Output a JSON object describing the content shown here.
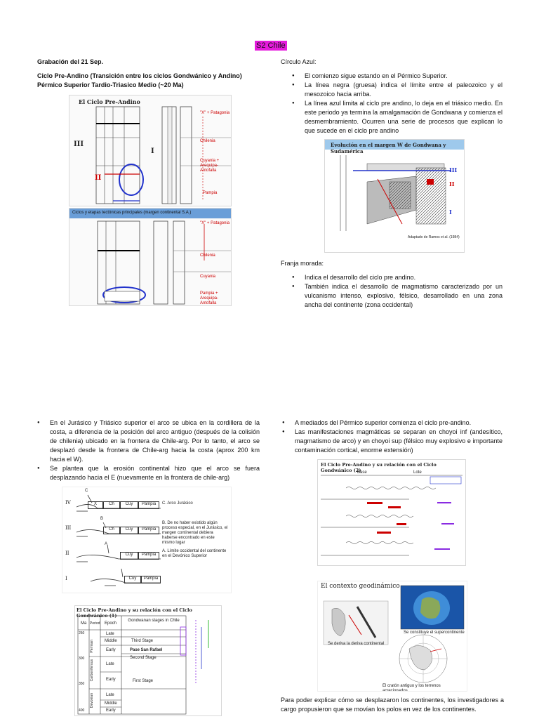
{
  "header": {
    "title": "S2 Chile"
  },
  "left_top": {
    "date": "Grabación del 21 Sep.",
    "heading": "Ciclo Pre-Andino (Transición entre los ciclos Gondwánico y Andino) Pérmico Superior Tardio-Triasico Medio (~20 Ma)"
  },
  "fig1": {
    "title": "El Ciclo Pre-Andino",
    "romans": [
      "III",
      "II",
      "I"
    ],
    "labels": [
      "\"X\" + Patagonia",
      "Chilenia",
      "Cuyania + Arequipa-Antofalla",
      "Pampia"
    ]
  },
  "fig2": {
    "title": "Ciclos y etapas tectónicas principales (margen continental S.A.)",
    "labels": [
      "\"X\" + Patagonia",
      "Chilenia",
      "Cuyania",
      "Pampia + Arequipa-Antofalla"
    ]
  },
  "right_top": {
    "heading": "Círculo Azul:",
    "bullets": [
      "El comienzo sigue estando en el Pérmico Superior.",
      "La línea negra (gruesa) indica el límite entre el paleozoico y el mesozoico hacia arriba.",
      "La línea azul limita al ciclo pre andino, lo deja en el triásico medio. En este periodo ya termina la amalgamación de Gondwana y comienza el desmembramiento.  Ocurren una serie de procesos que explican lo que sucede en el ciclo pre andino"
    ]
  },
  "fig3": {
    "title": "Evolución en el margen W de Gondwana y Sudamérica",
    "romans": [
      "III",
      "II",
      "I"
    ],
    "caption": "Adaptado de Ramos et al. (1984)"
  },
  "franja": {
    "heading": "Franja morada:",
    "bullets": [
      "Indica el desarrollo del ciclo pre andino.",
      "También indica el desarrollo de magmatismo caracterizado por un vulcanismo intenso, explosivo, félsico, desarrollado en una zona ancha del continente (zona occidental)"
    ]
  },
  "left_bottom": {
    "bullets": [
      "En el Jurásico y Triásico superior el arco se ubica en la cordillera de la costa, a diferencia de la posición del arco antiguo (después de la colisión de chilenia) ubicado en la frontera de Chile-arg. Por lo tanto, el arco se desplazó desde la frontera de Chile-arg hacia la costa (aprox 200 km hacia el W).",
      "Se plantea que la erosión continental hizo que el arco se fuera desplazando hacia el E (nuevamente en la frontera de chile-arg)"
    ]
  },
  "fig4": {
    "rows": [
      {
        "roman": "IV",
        "blocks": [
          "X",
          "Ch",
          "Cuy",
          "Pampia"
        ],
        "note": "C. Arco Jurásico"
      },
      {
        "roman": "III",
        "blocks": [
          "Ch",
          "Cuy",
          "Pampia"
        ],
        "note": "B. De no haber existido algún proceso especial, en el Jurásico, el margen continental debiera haberse encontrado en este mismo lugar"
      },
      {
        "roman": "II",
        "blocks": [
          "Cuy",
          "Pampia"
        ],
        "note": "A. Límite occidental del continente en el Devónico Superior"
      },
      {
        "roman": "I",
        "blocks": [
          "Cuy",
          "Pampia"
        ],
        "note": ""
      }
    ],
    "letters": [
      "C",
      "B",
      "A"
    ]
  },
  "fig5": {
    "title": "El Ciclo Pre-Andino y su relación con el Ciclo Gondwánico (1)",
    "headers": [
      "Ma",
      "Period",
      "Epoch",
      "Gondwanan stages in Chile"
    ],
    "ticks": [
      "250",
      "300",
      "350",
      "400"
    ],
    "periods": [
      "Permian",
      "Carboniferous",
      "Devonian"
    ],
    "epochs": [
      "Late",
      "Middle",
      "Early",
      "Late",
      "Early",
      "Late",
      "Middle",
      "Early"
    ],
    "stages": [
      "Third Stage",
      "Pase San Rafael",
      "Second Stage",
      "First Stage"
    ]
  },
  "right_bottom": {
    "bullets": [
      "A mediados del Pérmico superior comienza el ciclo pre-andino.",
      "Las manifestaciones magmáticas se separan en choyoi inf (andesítico, magmatismo de arco) y en choyoi sup (félsico muy explosivo e importante contaminación cortical, enorme extensión)"
    ]
  },
  "fig6": {
    "title": "El Ciclo Pre-Andino y su relación con el Ciclo Gondwánico (2)",
    "columns": [
      "Base",
      "Lote"
    ]
  },
  "fig7": {
    "title": "El contexto geodinámico",
    "caption1": "Se deriva la deriva continental",
    "caption2": "Se constituye el supercontinente",
    "caption3": "El cratón antiguo y los terrenos acrecionados"
  },
  "closing": {
    "text": "Para poder explicar cómo se desplazaron los continentes, los investigadores a cargo propusieron que se movían los polos en vez de los continentes."
  }
}
